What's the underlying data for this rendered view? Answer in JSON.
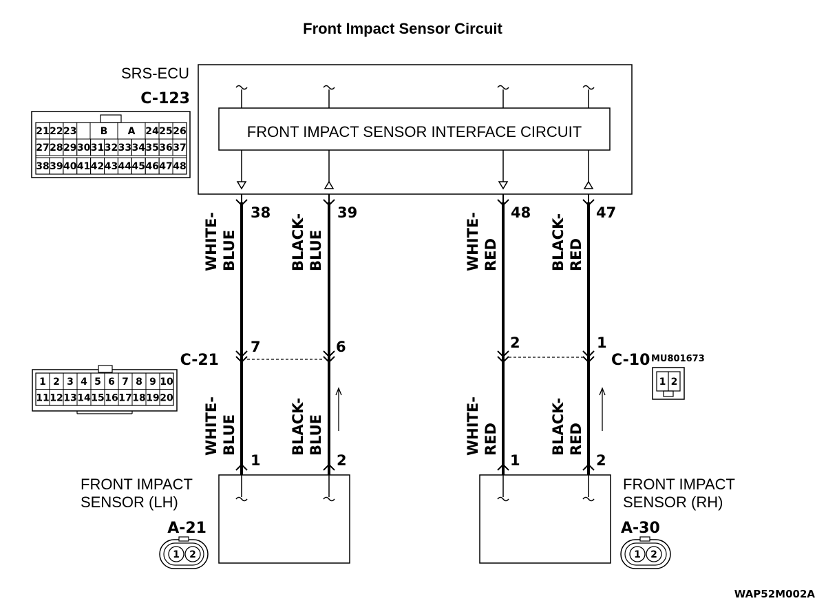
{
  "title": "Front Impact Sensor Circuit",
  "ecu": {
    "name": "SRS-ECU",
    "connector": "C-123",
    "interface_label": "FRONT IMPACT SENSOR INTERFACE CIRCUIT",
    "connector_face": {
      "row1_left": [
        "21",
        "22",
        "23"
      ],
      "row1_mid": [
        "B",
        "A"
      ],
      "row1_right": [
        "24",
        "25",
        "26"
      ],
      "row2": [
        "27",
        "28",
        "29",
        "30",
        "31",
        "32",
        "33",
        "34",
        "35",
        "36",
        "37"
      ],
      "row3": [
        "38",
        "39",
        "40",
        "41",
        "42",
        "43",
        "44",
        "45",
        "46",
        "47",
        "48"
      ]
    }
  },
  "wires": [
    {
      "ecu_pin": "38",
      "color_top": [
        "WHITE-",
        "BLUE"
      ],
      "mid_pin": "7",
      "color_bottom": [
        "WHITE-",
        "BLUE"
      ],
      "sensor_pin": "1"
    },
    {
      "ecu_pin": "39",
      "color_top": [
        "BLACK-",
        "BLUE"
      ],
      "mid_pin": "6",
      "color_bottom": [
        "BLACK-",
        "BLUE"
      ],
      "sensor_pin": "2"
    },
    {
      "ecu_pin": "48",
      "color_top": [
        "WHITE-",
        "RED"
      ],
      "mid_pin": "2",
      "color_bottom": [
        "WHITE-",
        "RED"
      ],
      "sensor_pin": "1"
    },
    {
      "ecu_pin": "47",
      "color_top": [
        "BLACK-",
        "RED"
      ],
      "mid_pin": "1",
      "color_bottom": [
        "BLACK-",
        "RED"
      ],
      "sensor_pin": "2"
    }
  ],
  "intermediate_connectors": {
    "left": {
      "code": "C-21",
      "face": {
        "row1": [
          "1",
          "2",
          "3",
          "4",
          "5",
          "6",
          "7",
          "8",
          "9",
          "10"
        ],
        "row2": [
          "11",
          "12",
          "13",
          "14",
          "15",
          "16",
          "17",
          "18",
          "19",
          "20"
        ]
      }
    },
    "right": {
      "code": "C-10",
      "part_no": "MU801673",
      "face": [
        "1",
        "2"
      ]
    }
  },
  "sensors": {
    "left": {
      "name_line1": "FRONT IMPACT",
      "name_line2": "SENSOR (LH)",
      "connector": "A-21",
      "face": [
        "1",
        "2"
      ]
    },
    "right": {
      "name_line1": "FRONT IMPACT",
      "name_line2": "SENSOR (RH)",
      "connector": "A-30",
      "face": [
        "1",
        "2"
      ]
    }
  },
  "figure_id": "WAP52M002A"
}
